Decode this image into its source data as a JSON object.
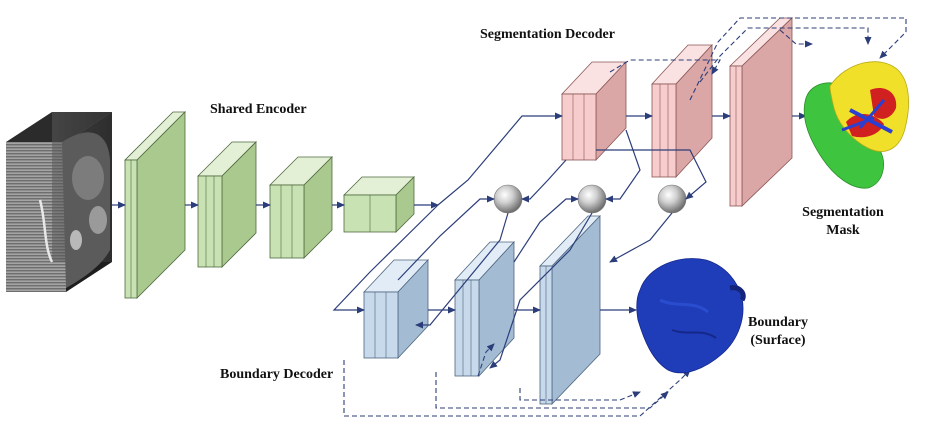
{
  "labels": {
    "shared_encoder": "Shared Encoder",
    "segmentation_decoder": "Segmentation Decoder",
    "boundary_decoder": "Boundary Decoder",
    "segmentation_mask_line1": "Segmentation",
    "segmentation_mask_line2": "Mask",
    "boundary_line1": "Boundary",
    "boundary_line2": "(Surface)"
  },
  "colors": {
    "encoder_front": "#c9e2b4",
    "encoder_top": "#e3f0d6",
    "encoder_side": "#a9c98e",
    "encoder_edge": "#4f6a3f",
    "seg_front": "#f6cccc",
    "seg_top": "#fae2e2",
    "seg_side": "#dba6a6",
    "seg_edge": "#8a5555",
    "bnd_front": "#c7d9ea",
    "bnd_top": "#e1ecf6",
    "bnd_side": "#a3bcd3",
    "bnd_edge": "#4d6580",
    "arrow": "#2c3e7a",
    "liver_green": "#3ec43e",
    "organ_yellow": "#f0e02a",
    "vessel_red": "#d02020",
    "vessel_blue": "#2b3fd0",
    "boundary_blue": "#1f3db8"
  },
  "icons": {
    "ct_volume": "ct-volume-icon",
    "fusion_node": "sphere-icon",
    "segmentation_mask": "liver-segmentation-render",
    "boundary_surface": "liver-surface-render"
  }
}
